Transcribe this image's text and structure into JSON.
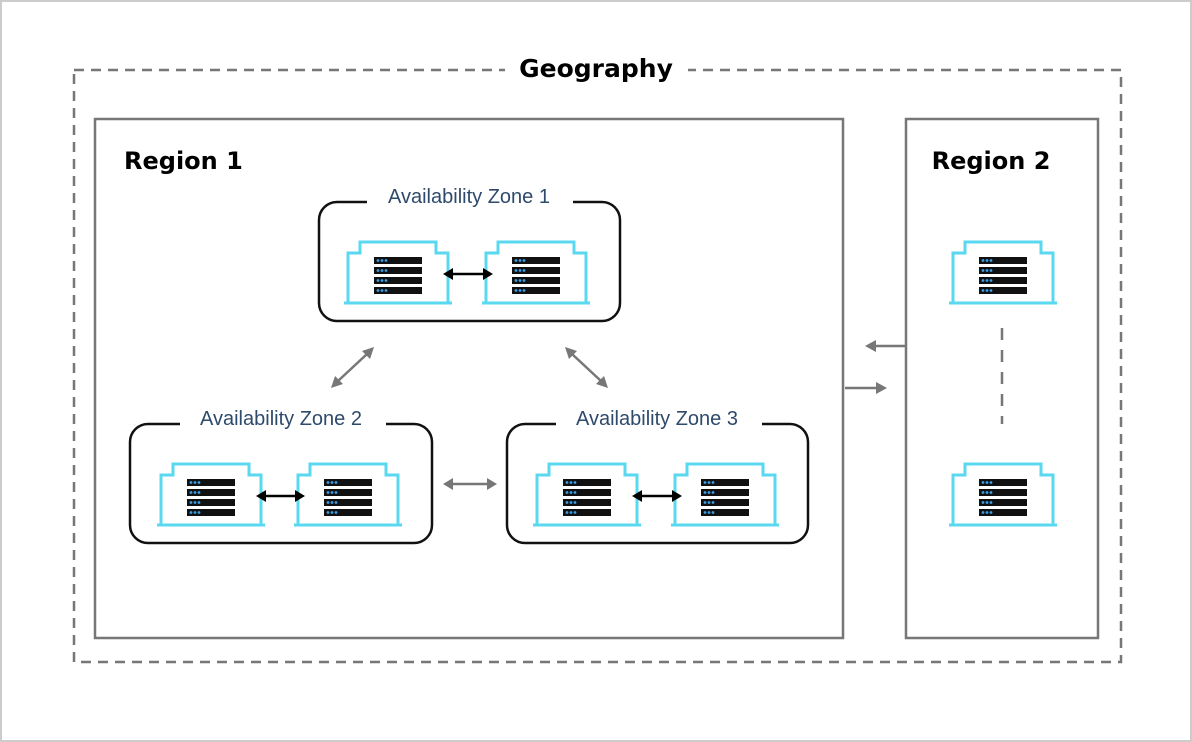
{
  "geography": {
    "label": "Geography"
  },
  "regions": [
    {
      "label": "Region 1"
    },
    {
      "label": "Region 2"
    }
  ],
  "zones": [
    {
      "label": "Availability Zone 1"
    },
    {
      "label": "Availability Zone 2"
    },
    {
      "label": "Availability Zone 3"
    }
  ],
  "colors": {
    "datacenter_outline": "#5ad8f0",
    "server_rack": "#111111",
    "server_led": "#3a9ee8",
    "zone_border": "#111111",
    "region_border": "#777777",
    "geography_border": "#777777",
    "zone_label": "#2e4a6b",
    "zone_link_arrow": "#000000",
    "region_link_arrow": "#777777",
    "frame_border": "#cccccc"
  },
  "icons": {
    "datacenter": "datacenter-icon",
    "arrow": "double-arrow-icon"
  }
}
